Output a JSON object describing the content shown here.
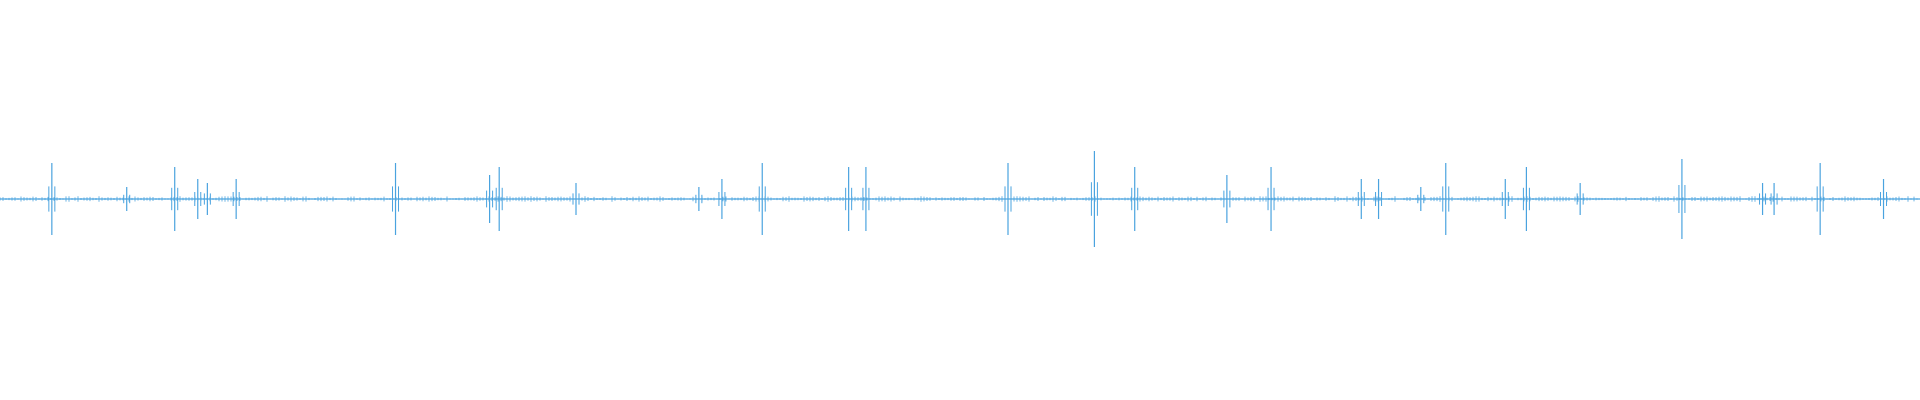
{
  "waveform": {
    "color": "#4aa3df",
    "background": "#ffffff",
    "duration_fraction_peaks": [
      {
        "t": 0.027,
        "amp": 0.09
      },
      {
        "t": 0.066,
        "amp": 0.03
      },
      {
        "t": 0.091,
        "amp": 0.08
      },
      {
        "t": 0.103,
        "amp": 0.05
      },
      {
        "t": 0.108,
        "amp": 0.04
      },
      {
        "t": 0.123,
        "amp": 0.05
      },
      {
        "t": 0.206,
        "amp": 0.09
      },
      {
        "t": 0.255,
        "amp": 0.06
      },
      {
        "t": 0.26,
        "amp": 0.08
      },
      {
        "t": 0.3,
        "amp": 0.04
      },
      {
        "t": 0.364,
        "amp": 0.03
      },
      {
        "t": 0.376,
        "amp": 0.05
      },
      {
        "t": 0.397,
        "amp": 0.09
      },
      {
        "t": 0.442,
        "amp": 0.08
      },
      {
        "t": 0.451,
        "amp": 0.08
      },
      {
        "t": 0.525,
        "amp": 0.09
      },
      {
        "t": 0.57,
        "amp": 0.12
      },
      {
        "t": 0.591,
        "amp": 0.08
      },
      {
        "t": 0.639,
        "amp": 0.06
      },
      {
        "t": 0.662,
        "amp": 0.08
      },
      {
        "t": 0.709,
        "amp": 0.05
      },
      {
        "t": 0.718,
        "amp": 0.05
      },
      {
        "t": 0.74,
        "amp": 0.03
      },
      {
        "t": 0.753,
        "amp": 0.09
      },
      {
        "t": 0.784,
        "amp": 0.05
      },
      {
        "t": 0.795,
        "amp": 0.08
      },
      {
        "t": 0.823,
        "amp": 0.04
      },
      {
        "t": 0.876,
        "amp": 0.1
      },
      {
        "t": 0.918,
        "amp": 0.04
      },
      {
        "t": 0.924,
        "amp": 0.04
      },
      {
        "t": 0.948,
        "amp": 0.09
      },
      {
        "t": 0.981,
        "amp": 0.05
      }
    ]
  }
}
